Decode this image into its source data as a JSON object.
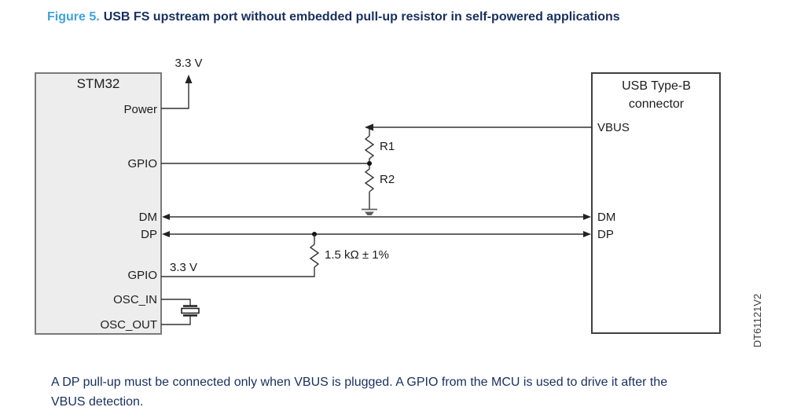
{
  "colors": {
    "accent-blue": "#3ea3dc",
    "navy": "#17305e",
    "box-fill": "#ededed",
    "box-border": "#7a7a7a"
  },
  "title": {
    "prefix": "Figure 5.",
    "text": "USB FS upstream port without embedded pull-up resistor in self-powered applications"
  },
  "mcu_block": {
    "title": "STM32",
    "pins": {
      "power": "Power",
      "gpio_top": "GPIO",
      "dm": "DM",
      "dp": "DP",
      "gpio_bottom": "GPIO",
      "osc_in": "OSC_IN",
      "osc_out": "OSC_OUT"
    }
  },
  "connector_block": {
    "title_line1": "USB Type-B",
    "title_line2": "connector",
    "pins": {
      "vbus": "VBUS",
      "dm": "DM",
      "dp": "DP"
    }
  },
  "labels": {
    "supply_top": "3.3 V",
    "supply_bottom": "3.3 V",
    "r1": "R1",
    "r2": "R2",
    "pullup_value": "1.5 kΩ ± 1%",
    "watermark": "DT61121V2"
  },
  "note": {
    "line1": "A DP pull-up must be connected only when VBUS is plugged. A GPIO from the MCU is used to drive it after the",
    "line2": "VBUS detection."
  }
}
